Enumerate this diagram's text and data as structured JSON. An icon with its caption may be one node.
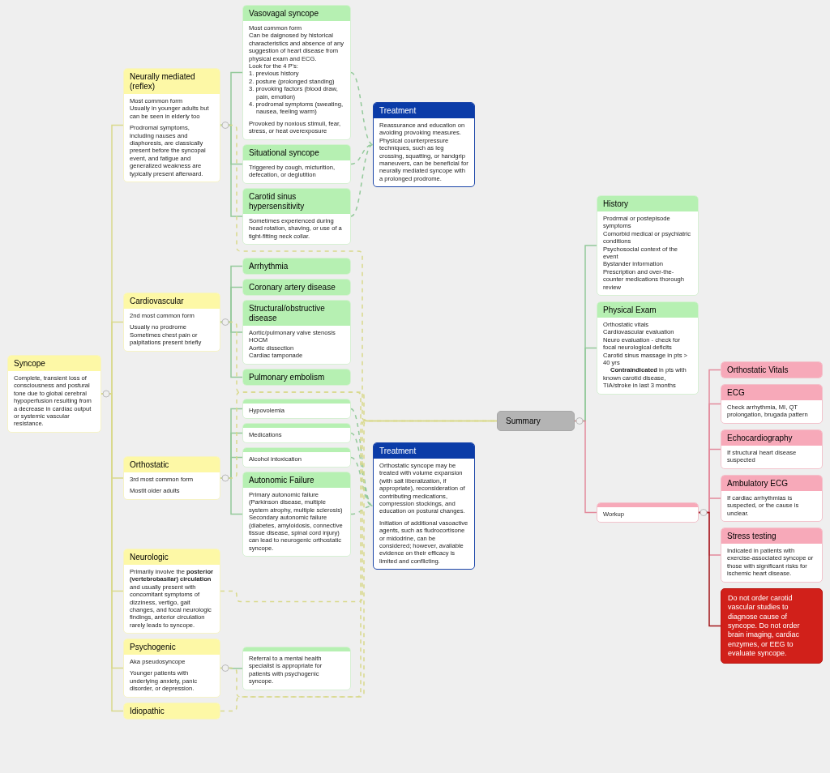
{
  "diagram": {
    "nodes": [
      {
        "text": [
          "Syncope",
          "Complete, transient loss of consciousness and postural tone due to global cerebral hypoperfusion resulting from a decrease in cardiac output or systemic vascular resistance."
        ]
      },
      {
        "text": [
          "Neurally mediated (reflex)",
          "Most common form",
          "Usually in younger adults but can be seen in elderly too",
          "Prodromal symptoms, including nauses and diaphoresis, are classically present before the syncopal event, and fatigue and generalized weakness are typically present afterward."
        ]
      },
      {
        "text": [
          "Vasovagal syncope",
          "Most common form",
          "Can be daignosed by historical characteristics and absence of any suggestion of heart disease from physical exam and ECG.",
          "Look for the 4 P's:",
          "1. previous history",
          "2. posture (prolonged standing)",
          "3. provoking factors (blood draw, pain, emotion)",
          "4. prodromal symptoms (sweating, nausea, feeling warm)",
          "Provoked by noxious stimuli, fear, stress, or heat overexposure"
        ]
      },
      {
        "text": [
          "Situational syncope",
          "Triggered by cough, micturition, defecation, or deglutition"
        ]
      },
      {
        "text": [
          "Carotid sinus hypersensitivity",
          "Sometimes experienced during head rotation, shaving, or use of a tight-fitting neck collar."
        ]
      },
      {
        "text": [
          "Treatment",
          "Reassurance and education on avoiding provoking measures. Physical counterpressure techniques, such as leg crossing, squatting, or handgrip maneuvers, can be beneficial for neurally mediated syncope with a prolonged prodrome."
        ]
      },
      {
        "text": [
          "Cardiovascular",
          "2nd most common form",
          "Usually no prodrome",
          "Sometimes chest pain or palpitations present briefly"
        ]
      },
      {
        "text": [
          "Arrhythmia"
        ]
      },
      {
        "text": [
          "Coronary artery disease"
        ]
      },
      {
        "text": [
          "Structural/obstructive disease",
          "Aortic/pulmonary valve stenosis",
          "HOCM",
          "Aortic dissection",
          "Cardiac tamponade"
        ]
      },
      {
        "text": [
          "Pulmonary embolism"
        ]
      },
      {
        "text": [
          "Orthostatic",
          "3rd most common form",
          "Mostlt older adults"
        ]
      },
      {
        "text": [
          "Hypovolemia"
        ]
      },
      {
        "text": [
          "Medications"
        ]
      },
      {
        "text": [
          "Alcohol intoxication"
        ]
      },
      {
        "text": [
          "Autonomic Failure",
          "Primary autonomic failure (Parkinson disease, multiple system atrophy, multiple sclerosis)",
          "Secondary autonomic failure (diabetes, amyloidosis, connective tissue disease, spinal cord injury) can lead to neurogenic orthostatic syncope."
        ]
      },
      {
        "text": [
          "Treatment",
          "Orthostatic syncope may be treated with volume expansion (with salt liberalization, if appropriate), reconsideration of contributing medications, compression stockings, and education on postural changes.",
          "Initiation of additional vasoactive agents, such as fludrocortisone or midodrine, can be considered; however, available evidence on their efficacy is limited and conflicting."
        ]
      },
      {
        "text": [
          "Neurologic",
          "Primarily involve the **posterior (vertebrobasilar) circulation** and usually present with concomitant symptoms of dizziness, vertigo, gait changes, and focal neurologic findings, anterior circulation rarely leads to syncope."
        ]
      },
      {
        "text": [
          "Psychogenic",
          "Aka pseudosyncope",
          "Younger patients with underlying anxiety, panic disorder, or depression."
        ]
      },
      {
        "text": [
          "Referral to a mental health specialist is appropriate for patients with psychogenic syncope."
        ]
      },
      {
        "text": [
          "Idiopathic"
        ]
      },
      {
        "text": [
          "Summary"
        ]
      },
      {
        "text": [
          "History",
          "Prodrmal or postepisode symptoms",
          "Comorbid medical or psychiatric conditions",
          "Psychosocial context of the event",
          "Bystander information",
          "Prescription and over-the-counter medications thorough review"
        ]
      },
      {
        "text": [
          "Physical Exam",
          "Orthostatic vitals",
          "Cardiovascular evaluation",
          "Neuro evaluation - check for focal neurological deficits",
          "Carotid sinus massage in pts > 40 yrs",
          "**Contraindicated** in pts with known carotid disease, TIA/stroke in last 3 months"
        ]
      },
      {
        "text": [
          "Workup"
        ]
      },
      {
        "text": [
          "Orthostatic Vitals"
        ]
      },
      {
        "text": [
          "ECG",
          "Check arrhythmia, MI, QT prolongation, brugada pattern"
        ]
      },
      {
        "text": [
          "Echocardiography",
          "If structural heart disease suspected"
        ]
      },
      {
        "text": [
          "Ambulatory ECG",
          "If cardiac arrhythmias is suspected, or the cause is unclear."
        ]
      },
      {
        "text": [
          "Stress testing",
          "Indicated in patients with exercise-associated syncope or those with significant risks for ischemic heart disease."
        ]
      },
      {
        "text": [
          "Do not order carotid vascular studies to diagnose cause of syncope. Do not order brain imaging, cardiac enzymes, or EEG to evaluate syncope."
        ]
      }
    ],
    "edges": [
      {
        "from": 0,
        "to": 1,
        "arrow": "none",
        "color": "#d9d98c"
      },
      {
        "from": 0,
        "to": 6,
        "arrow": "none",
        "color": "#d9d98c"
      },
      {
        "from": 0,
        "to": 11,
        "arrow": "none",
        "color": "#d9d98c"
      },
      {
        "from": 0,
        "to": 17,
        "arrow": "none",
        "color": "#d9d98c"
      },
      {
        "from": 0,
        "to": 18,
        "arrow": "none",
        "color": "#d9d98c"
      },
      {
        "from": 0,
        "to": 20,
        "arrow": "none",
        "color": "#d9d98c"
      },
      {
        "from": 1,
        "to": 2,
        "arrow": "none"
      },
      {
        "from": 1,
        "to": 3,
        "arrow": "none"
      },
      {
        "from": 1,
        "to": 4,
        "arrow": "none"
      },
      {
        "from": 2,
        "to": 5,
        "arrow": "none",
        "style": "dashed"
      },
      {
        "from": 3,
        "to": 5,
        "arrow": "none",
        "style": "dashed"
      },
      {
        "from": 4,
        "to": 5,
        "arrow": "none",
        "style": "dashed"
      },
      {
        "from": 6,
        "to": 7,
        "arrow": "none"
      },
      {
        "from": 6,
        "to": 8,
        "arrow": "none"
      },
      {
        "from": 6,
        "to": 9,
        "arrow": "none"
      },
      {
        "from": 6,
        "to": 10,
        "arrow": "none"
      },
      {
        "from": 11,
        "to": 12,
        "arrow": "none"
      },
      {
        "from": 11,
        "to": 13,
        "arrow": "none"
      },
      {
        "from": 11,
        "to": 14,
        "arrow": "none"
      },
      {
        "from": 11,
        "to": 15,
        "arrow": "none"
      },
      {
        "from": 12,
        "to": 16,
        "arrow": "none",
        "style": "dashed"
      },
      {
        "from": 13,
        "to": 16,
        "arrow": "none",
        "style": "dashed"
      },
      {
        "from": 14,
        "to": 16,
        "arrow": "none",
        "style": "dashed"
      },
      {
        "from": 15,
        "to": 16,
        "arrow": "none",
        "style": "dashed"
      },
      {
        "from": 18,
        "to": 19,
        "arrow": "none"
      },
      {
        "from": 1,
        "to": 21,
        "arrow": "none",
        "style": "dashed",
        "color": "#d9d98c"
      },
      {
        "from": 6,
        "to": 21,
        "arrow": "none",
        "style": "dashed",
        "color": "#d9d98c"
      },
      {
        "from": 11,
        "to": 21,
        "arrow": "none",
        "style": "dashed",
        "color": "#d9d98c"
      },
      {
        "from": 17,
        "to": 21,
        "arrow": "none",
        "style": "dashed",
        "color": "#d9d98c"
      },
      {
        "from": 18,
        "to": 21,
        "arrow": "none",
        "style": "dashed",
        "color": "#d9d98c"
      },
      {
        "from": 20,
        "to": 21,
        "arrow": "none",
        "style": "dashed",
        "color": "#d9d98c"
      },
      {
        "from": 21,
        "to": 22,
        "arrow": "none"
      },
      {
        "from": 21,
        "to": 23,
        "arrow": "none"
      },
      {
        "from": 21,
        "to": 24,
        "arrow": "none",
        "color": "#e38a9c"
      },
      {
        "from": 24,
        "to": 25,
        "arrow": "none",
        "color": "#e38a9c"
      },
      {
        "from": 24,
        "to": 26,
        "arrow": "none",
        "color": "#e38a9c"
      },
      {
        "from": 24,
        "to": 27,
        "arrow": "none",
        "color": "#e38a9c"
      },
      {
        "from": 24,
        "to": 28,
        "arrow": "none",
        "color": "#e38a9c"
      },
      {
        "from": 24,
        "to": 29,
        "arrow": "none",
        "color": "#e38a9c"
      },
      {
        "from": 24,
        "to": 30,
        "arrow": "none",
        "color": "#a3161a"
      }
    ]
  }
}
